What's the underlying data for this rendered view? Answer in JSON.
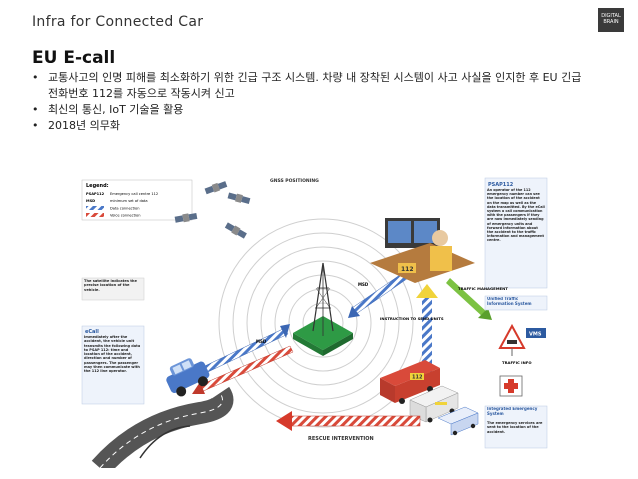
{
  "header": {
    "title": "Infra for Connected Car",
    "logo_text": "DIGITAL BRAIN"
  },
  "slide": {
    "title": "EU E-call",
    "bullets": [
      "교통사고의 인명 피해를 최소화하기 위한 긴급 구조 시스템. 차량 내 장착된 시스템이 사고 사실을 인지한 후 EU 긴급 전화번호 112를 자동으로 작동시켜 신고",
      "최신의 통신, IoT 기술을 활용",
      "2018년 의무화"
    ]
  },
  "diagram": {
    "legend_title": "Legend:",
    "legend_items": [
      {
        "code": "PSAP112",
        "label": "Emergency call centre 112"
      },
      {
        "code": "MSD",
        "label": "minimum set of data"
      },
      {
        "code": "",
        "label": "Data connection"
      },
      {
        "code": "",
        "label": "Voice connection"
      }
    ],
    "gnss_label": "GNSS POSITIONING",
    "satellite_note": "The satellite indicates the precise location of the vehicle.",
    "ecall_title": "eCall",
    "ecall_text": "Immediately after the accident, the vehicle unit transmits the following data to PSAP 112: time and location of the accident, direction and number of passengers. The passenger may then communicate with the 112 line operator.",
    "psap_title": "PSAP112",
    "psap_text": "An operator of the 112 emergency number can see the location of the accident on the map as well as the data transmitted. By the eCall system a call communication with the passengers if they are now immediately sending of emergency units and forward information about the accident to the traffic information and management centre.",
    "operator_badge": "112",
    "msd_label_1": "MSD",
    "msd_label_2": "MSD",
    "traffic_mgmt_label": "TRAFFIC MANAGEMENT",
    "instruction_label": "INSTRUCTION TO SEND UNITS",
    "utis_title": "Unified Traffic Information System",
    "vms_label": "VMS",
    "traffic_info_label": "TRAFFIC INFO",
    "rescue_label": "RESCUE INTERVENTION",
    "ies_title": "Integrated Emergency System",
    "ies_text": "The emergency services are sent to the location of the accident.",
    "truck_badge": "112"
  }
}
